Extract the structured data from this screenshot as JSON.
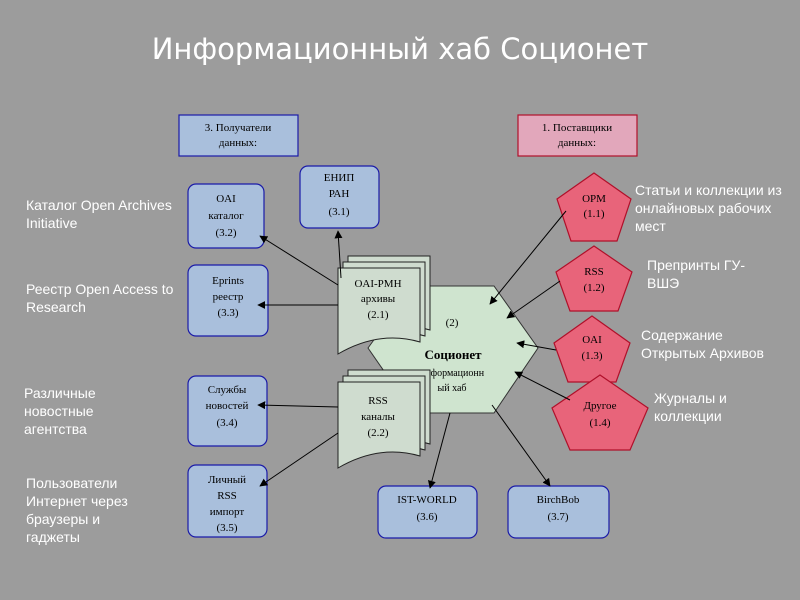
{
  "title": "Информационный хаб Соционет",
  "header_boxes": {
    "receivers": [
      "3. Получатели",
      "данных:"
    ],
    "suppliers": [
      "1. Поставщики",
      "данных:"
    ]
  },
  "receivers": {
    "oai_catalog": [
      "OAI",
      "каталог",
      "(3.2)"
    ],
    "eprints": [
      "Eprints",
      "реестр",
      "(3.3)"
    ],
    "news": [
      "Службы",
      "новостей",
      "(3.4)"
    ],
    "personal_rss": [
      "Личный",
      "RSS",
      "импорт",
      "(3.5)"
    ],
    "enip": [
      "ЕНИП",
      "РАН",
      "(3.1)"
    ],
    "ist_world": [
      "IST-WORLD",
      "(3.6)"
    ],
    "birchbob": [
      "BirchBob",
      "(3.7)"
    ]
  },
  "archives": {
    "oai_pmh": [
      "OAI-PMH",
      "архивы",
      "(2.1)"
    ],
    "rss": [
      "RSS",
      "каналы",
      "(2.2)"
    ]
  },
  "hub": {
    "number": "(2)",
    "name": "Соционет",
    "subtitle": [
      "информационн",
      "ый хаб"
    ]
  },
  "suppliers": {
    "opm": [
      "ОРМ",
      "(1.1)"
    ],
    "rss": [
      "RSS",
      "(1.2)"
    ],
    "oai": [
      "OAI",
      "(1.3)"
    ],
    "other": [
      "Другое",
      "(1.4)"
    ]
  },
  "side_labels": {
    "oai_catalog": "Каталог Open Archives Initiative",
    "eprints": "Реестр Open Access to Research",
    "news": "Различные новостные агентства",
    "users": "Пользователи Интернет через браузеры и гаджеты",
    "opm": "Статьи и коллекции из онлайновых рабочих мест",
    "rss": "Препринты ГУ-ВШЭ",
    "oai": "Содержание Открытых Архивов",
    "other": "Журналы и коллекции"
  },
  "colors": {
    "background": "#9c9c9c",
    "receiver_fill": "#a9bfdc",
    "receiver_stroke": "#1a1aa8",
    "supplier_fill": "#e8647a",
    "supplier_stroke": "#b0102a",
    "header_supplier_fill": "#e2a7bb",
    "hub_fill": "#cfe4cf",
    "archive_fill": "#cfdccf"
  }
}
